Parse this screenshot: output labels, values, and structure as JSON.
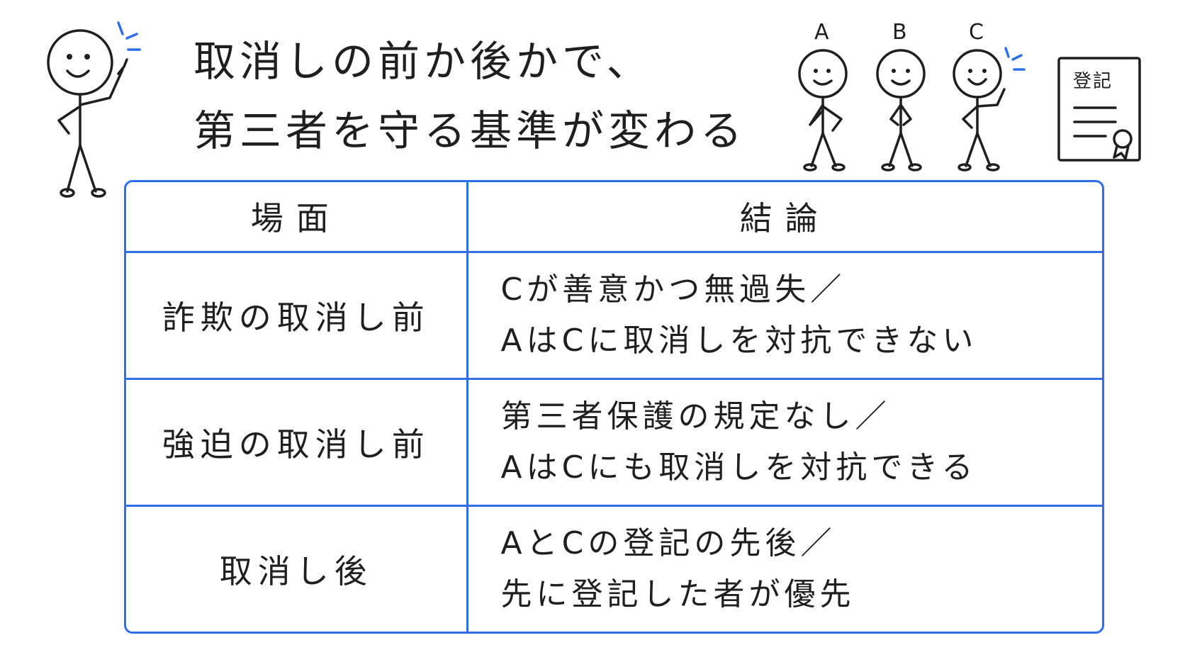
{
  "title": {
    "line1": "取消しの前か後かで、",
    "line2": "第三者を守る基準が変わる"
  },
  "people": {
    "a_label": "A",
    "b_label": "B",
    "c_label": "C"
  },
  "document": {
    "label": "登記"
  },
  "table": {
    "header": {
      "scene": "場面",
      "conclusion": "結論"
    },
    "rows": [
      {
        "scene": "詐欺の取消し前",
        "conclusion_line1": "Cが善意かつ無過失／",
        "conclusion_line2": "AはCに取消しを対抗できない"
      },
      {
        "scene": "強迫の取消し前",
        "conclusion_line1": "第三者保護の規定なし／",
        "conclusion_line2": "AはCにも取消しを対抗できる"
      },
      {
        "scene": "取消し後",
        "conclusion_line1": "AとCの登記の先後／",
        "conclusion_line2": "先に登記した者が優先"
      }
    ]
  },
  "colors": {
    "accent": "#2f6ee8",
    "ink": "#1f1f1f"
  }
}
